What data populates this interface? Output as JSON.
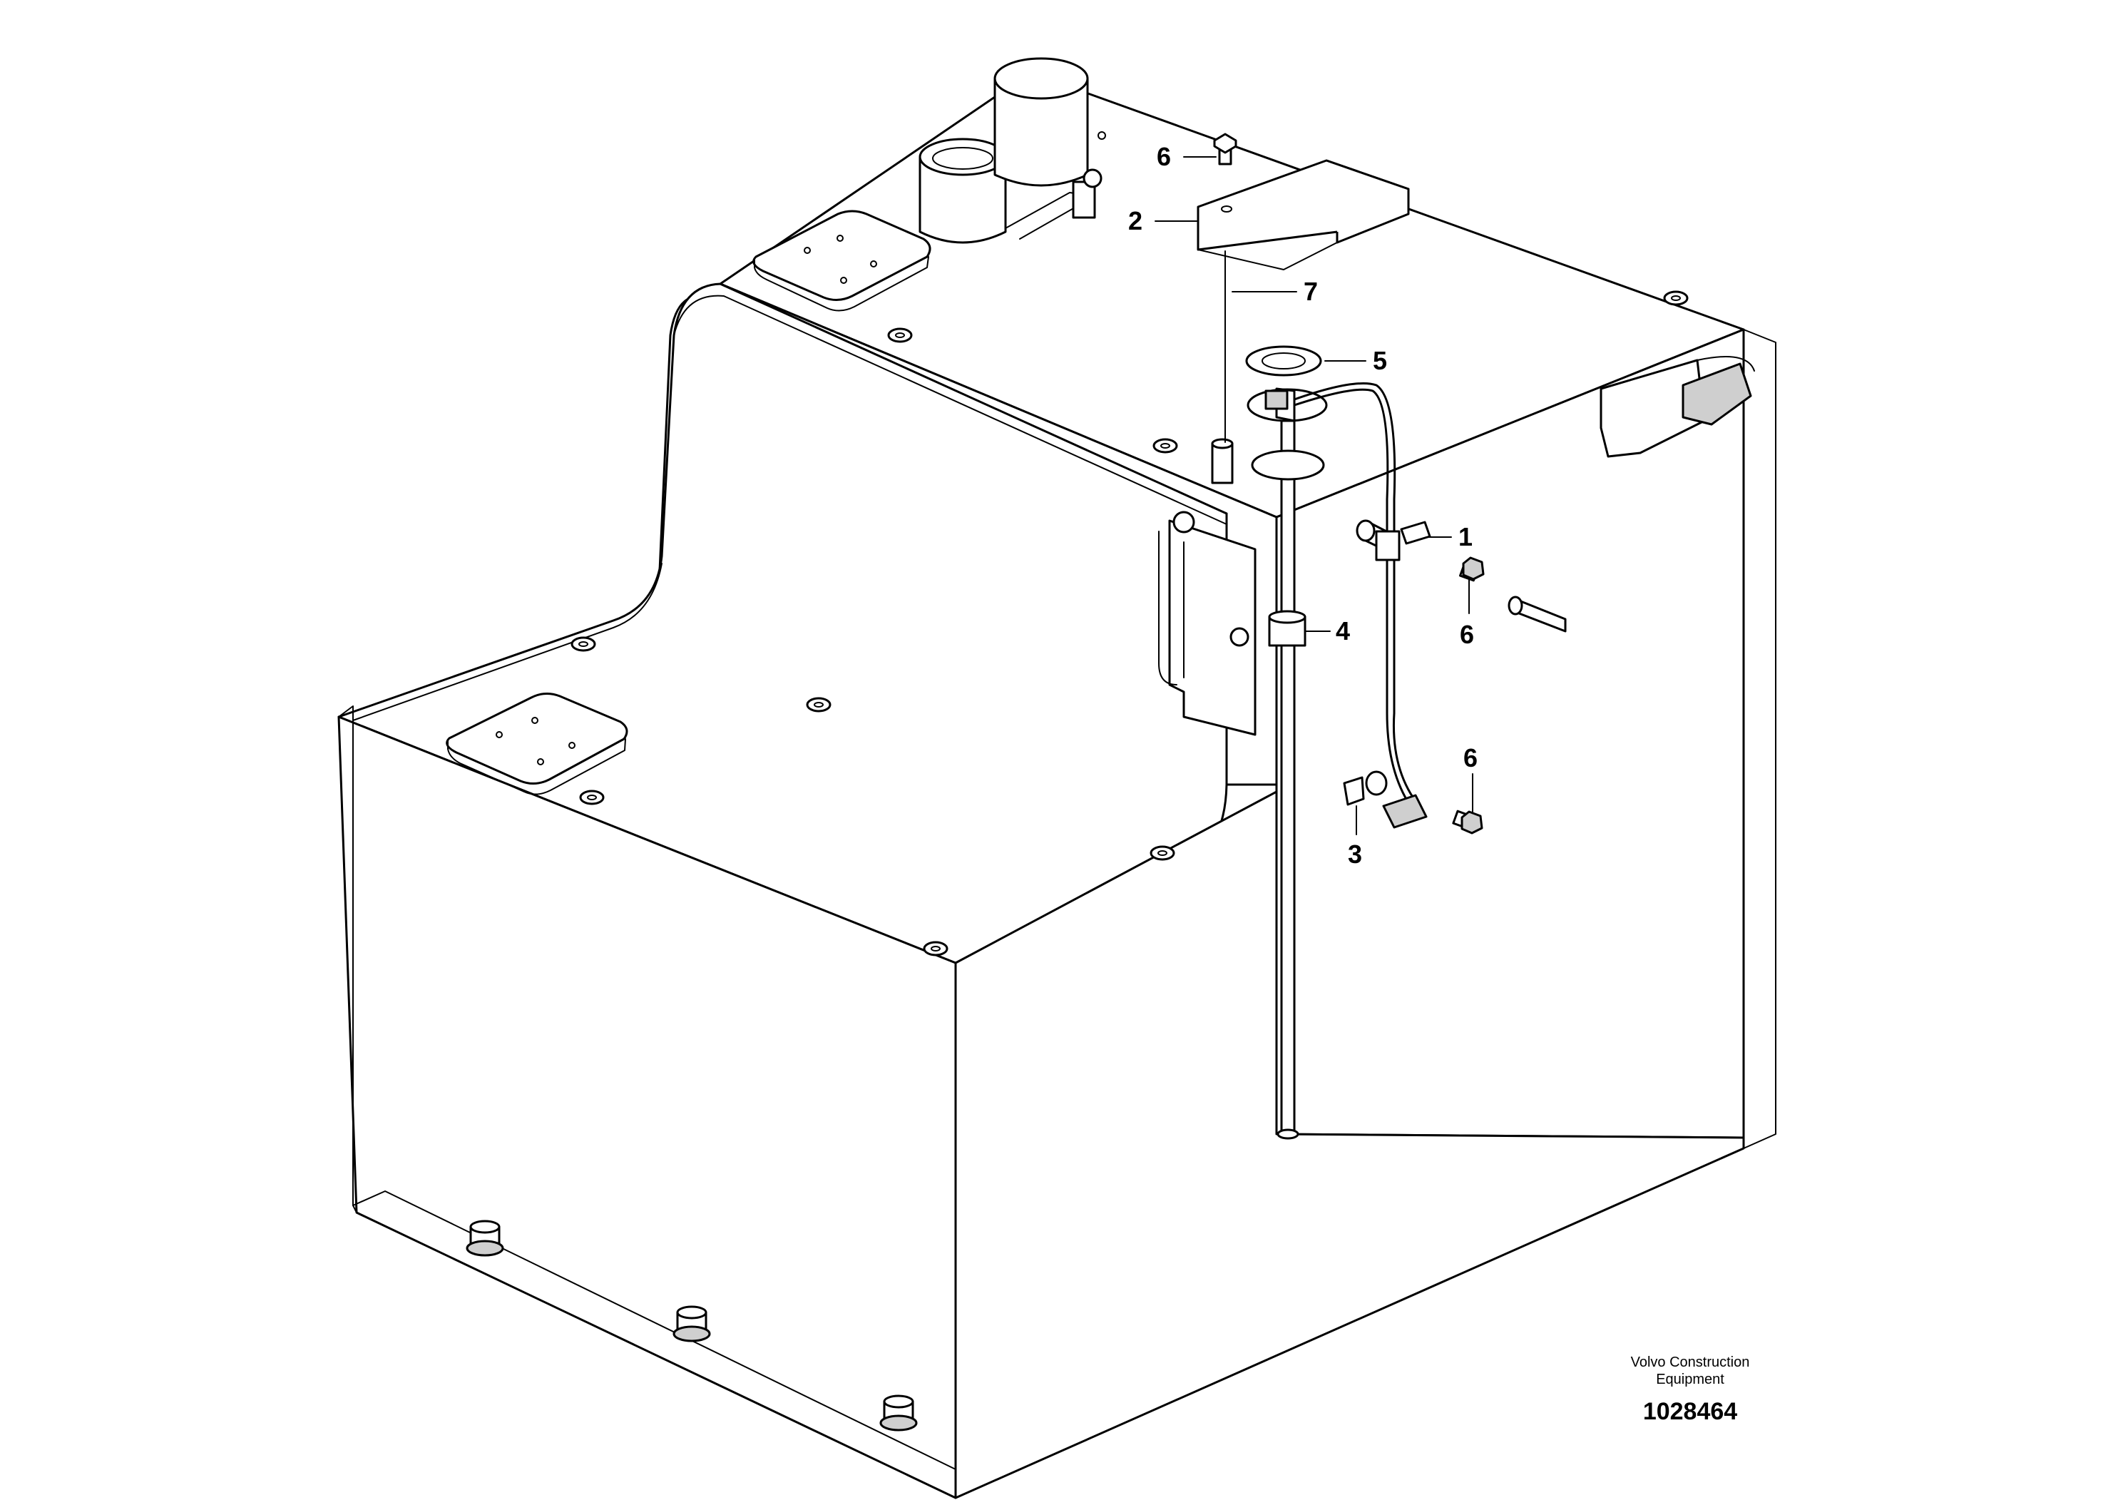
{
  "callouts": [
    {
      "id": "callout-1",
      "label": "1"
    },
    {
      "id": "callout-2",
      "label": "2"
    },
    {
      "id": "callout-3",
      "label": "3"
    },
    {
      "id": "callout-4",
      "label": "4"
    },
    {
      "id": "callout-5",
      "label": "5"
    },
    {
      "id": "callout-6a",
      "label": "6"
    },
    {
      "id": "callout-6b",
      "label": "6"
    },
    {
      "id": "callout-6c",
      "label": "6"
    },
    {
      "id": "callout-7",
      "label": "7"
    }
  ],
  "footer": {
    "brand_line1": "Volvo Construction",
    "brand_line2": "Equipment",
    "doc_number": "1028464"
  },
  "colors": {
    "line": "#000000",
    "background": "#ffffff",
    "shade": "#cfcfcf"
  }
}
